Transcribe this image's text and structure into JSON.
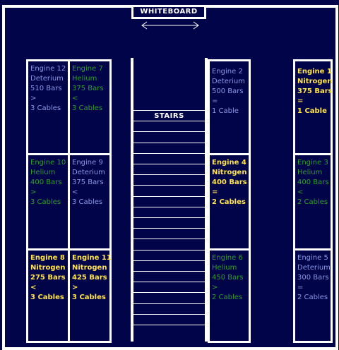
{
  "whiteboard": {
    "label": "WHITEBOARD"
  },
  "stairs": {
    "label": "STAIRS"
  },
  "colors": {
    "background": "#02044a",
    "border": "#ffffff",
    "deterium": "#8a98e6",
    "helium": "#2e9f28",
    "nitrogen": "#ffe44a"
  },
  "engines": {
    "e12": {
      "name": "Engine 12",
      "gas": "Deterium",
      "pressure": "510 Bars",
      "op": ">",
      "cables": "3 Cables",
      "color": "#8a98e6"
    },
    "e7": {
      "name": "Engine 7",
      "gas": "Helium",
      "pressure": "375 Bars",
      "op": "<",
      "cables": "3 Cables",
      "color": "#2e9f28"
    },
    "e10": {
      "name": "Engine 10",
      "gas": "Helium",
      "pressure": "400 Bars",
      "op": ">",
      "cables": "3 Cables",
      "color": "#2e9f28"
    },
    "e9": {
      "name": "Engine 9",
      "gas": "Deterium",
      "pressure": "375 Bars",
      "op": "<",
      "cables": "3 Cables",
      "color": "#8a98e6"
    },
    "e8": {
      "name": "Engine 8",
      "gas": "Nitrogen",
      "pressure": "275 Bars",
      "op": "<",
      "cables": "3 Cables",
      "color": "#ffe44a"
    },
    "e11": {
      "name": "Engine 11",
      "gas": "Nitrogen",
      "pressure": "425 Bars",
      "op": ">",
      "cables": "3 Cables",
      "color": "#ffe44a"
    },
    "e2": {
      "name": "Engine 2",
      "gas": "Deterium",
      "pressure": "500 Bars",
      "op": "=",
      "cables": "1 Cable",
      "color": "#8a98e6"
    },
    "e4": {
      "name": "Engine 4",
      "gas": "Nitrogen",
      "pressure": "400 Bars",
      "op": "=",
      "cables": "2 Cables",
      "color": "#ffe44a"
    },
    "e6": {
      "name": "Engine 6",
      "gas": "Helium",
      "pressure": "450 Bars",
      "op": ">",
      "cables": "2 Cables",
      "color": "#2e9f28"
    },
    "e1": {
      "name": "Engine 1",
      "gas": "Nitrogen",
      "pressure": "375 Bars",
      "op": "=",
      "cables": "1 Cable",
      "color": "#ffe44a"
    },
    "e3": {
      "name": "Engine 3",
      "gas": "Helium",
      "pressure": "400 Bars",
      "op": "<",
      "cables": "2 Cables",
      "color": "#2e9f28"
    },
    "e5": {
      "name": "Engine 5",
      "gas": "Deterium",
      "pressure": "300 Bars",
      "op": "=",
      "cables": "2 Cables",
      "color": "#8a98e6"
    }
  }
}
